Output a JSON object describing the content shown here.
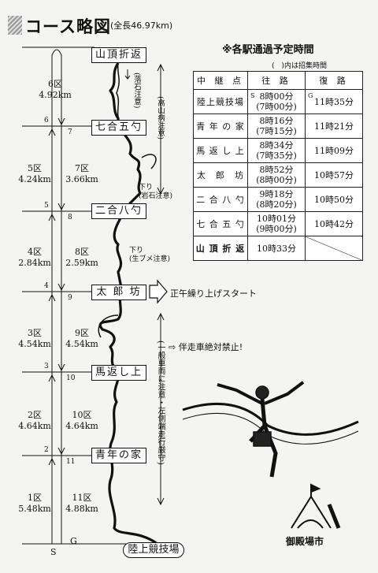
{
  "heading": {
    "title": "コース略図",
    "subtitle": "(全長46.97km)"
  },
  "stations": [
    {
      "id": "yamachouori",
      "label": "山頂折返"
    },
    {
      "id": "nanagou",
      "label": "七合五勺"
    },
    {
      "id": "nigou",
      "label": "二合八勺"
    },
    {
      "id": "taro",
      "label": "太 郎 坊"
    },
    {
      "id": "umagaeshi",
      "label": "馬返し上"
    },
    {
      "id": "seinen",
      "label": "青年の家"
    },
    {
      "id": "rikujou",
      "label": "陸上競技場"
    }
  ],
  "sections_up": [
    {
      "name": "6区",
      "dist": "4.92km"
    },
    {
      "name": "5区",
      "dist": "4.24km"
    },
    {
      "name": "4区",
      "dist": "2.84km"
    },
    {
      "name": "3区",
      "dist": "4.54km"
    },
    {
      "name": "2区",
      "dist": "4.64km"
    },
    {
      "name": "1区",
      "dist": "5.48km"
    }
  ],
  "sections_down": [
    {
      "name": "7区",
      "dist": "3.66km"
    },
    {
      "name": "8区",
      "dist": "2.59km"
    },
    {
      "name": "9区",
      "dist": "4.54km"
    },
    {
      "name": "10区",
      "dist": "4.64km"
    },
    {
      "name": "11区",
      "dist": "4.88km"
    }
  ],
  "markers": {
    "up": [
      "6",
      "5",
      "4",
      "3",
      "2"
    ],
    "down": [
      "7",
      "8",
      "9",
      "10",
      "11"
    ],
    "start": "S",
    "goal": "G"
  },
  "notes": {
    "rockfall": "(落石注意)",
    "altitude": "(高山病注意)",
    "descent_rock_1": "下り",
    "descent_rock_2": "(岩石注意)",
    "descent_boar_1": "下り",
    "descent_boar_2": "(生ブメ注意)",
    "traffic": "(一般車両に注意・左側端走行厳守)",
    "noon": "正午繰り上げスタート",
    "no_follow": "⇨ 伴走車絶対禁止!"
  },
  "timetable": {
    "title": "※各駅通過予定時間",
    "note": "(　)内は招集時間",
    "headers": [
      "中 継 点",
      "往 路",
      "復 路"
    ],
    "rows": [
      {
        "station": "陸上競技場",
        "out_mark": "S",
        "out": "8時00分",
        "out2": "(7時00分)",
        "ret_mark": "G",
        "ret": "11時35分"
      },
      {
        "station": "青 年 の 家",
        "out": "8時16分",
        "out2": "(7時15分)",
        "ret": "11時21分"
      },
      {
        "station": "馬 返 し 上",
        "out": "8時34分",
        "out2": "(7時35分)",
        "ret": "11時09分"
      },
      {
        "station": "太　郎　坊",
        "out": "8時52分",
        "out2": "(8時00分)",
        "ret": "10時57分"
      },
      {
        "station": "二 合 八 勺",
        "out": "9時18分",
        "out2": "(8時20分)",
        "ret": "10時50分"
      },
      {
        "station": "七 合 五 勺",
        "out": "10時01分",
        "out2": "(9時00分)",
        "ret": "10時42分"
      },
      {
        "station": "山 頂 折 返",
        "out": "10時33分",
        "out2": "",
        "ret": ""
      }
    ]
  },
  "logo": {
    "text": "御殿場市"
  },
  "colors": {
    "ink": "#111111",
    "paper": "#f4f4f2",
    "band": "#999999"
  }
}
